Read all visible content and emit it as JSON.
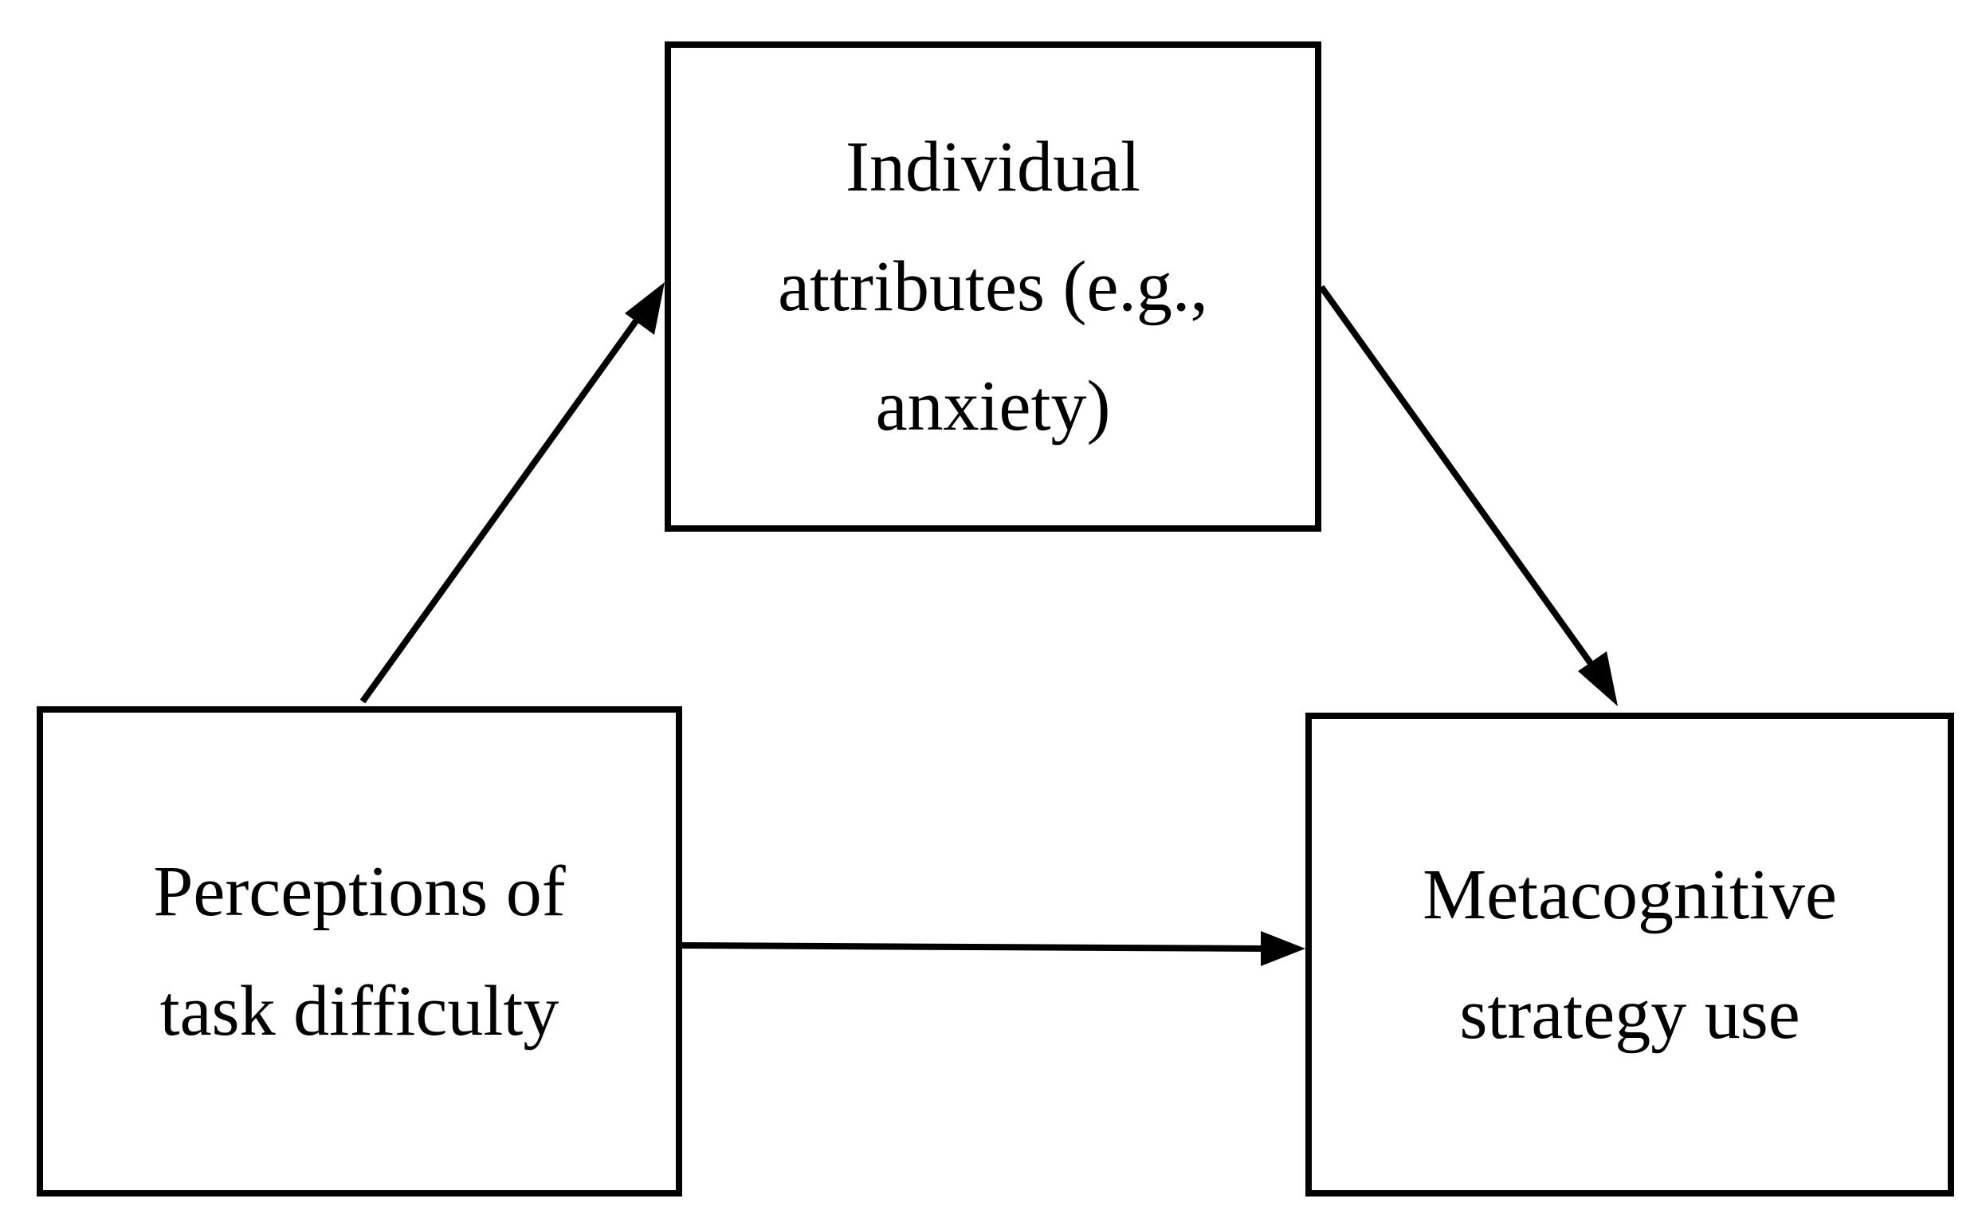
{
  "diagram": {
    "nodes": {
      "mediator": {
        "lines": [
          "Individual",
          "attributes (e.g.,",
          "anxiety)"
        ]
      },
      "predictor": {
        "lines": [
          "Perceptions of",
          "task difficulty"
        ]
      },
      "outcome": {
        "lines": [
          "Metacognitive",
          "strategy use"
        ]
      }
    },
    "edges": [
      {
        "from": "predictor",
        "to": "mediator",
        "label": ""
      },
      {
        "from": "mediator",
        "to": "outcome",
        "label": ""
      },
      {
        "from": "predictor",
        "to": "outcome",
        "label": ""
      }
    ],
    "colors": {
      "stroke": "#000000",
      "background": "#ffffff"
    }
  }
}
